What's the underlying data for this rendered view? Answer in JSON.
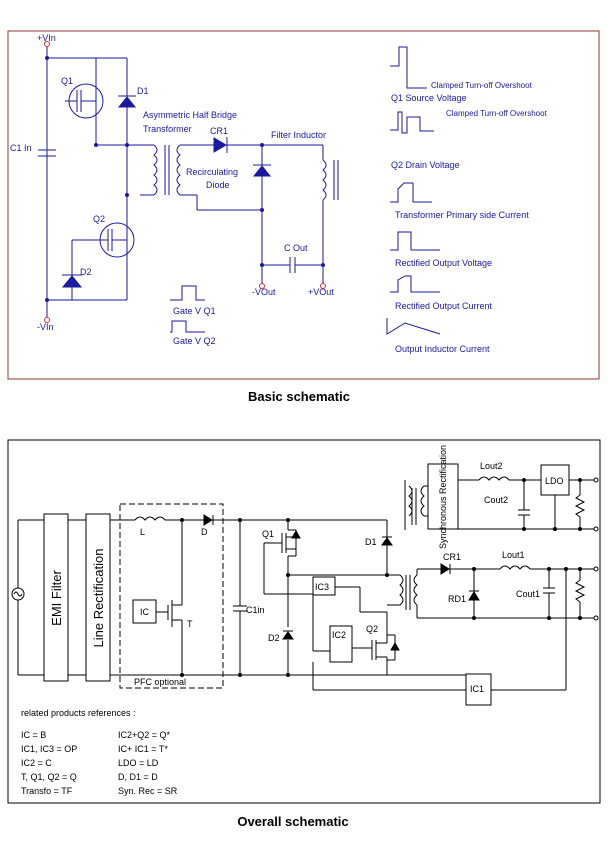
{
  "colors": {
    "circuit": "#1a1a9e",
    "frame_top": "#993333",
    "frame_bottom": "#000000",
    "terminal": "#cc3333"
  },
  "basic": {
    "caption": "Basic schematic",
    "vin_plus": "+VIn",
    "vin_minus": "-VIn",
    "c1_label": "C1 In",
    "q1": "Q1",
    "q2": "Q2",
    "d1": "D1",
    "d2": "D2",
    "transformer_label_1": "Asymmetric Half Bridge",
    "transformer_label_2": "Transformer",
    "cr1": "CR1",
    "recirc_1": "Recirculating",
    "recirc_2": "Diode",
    "filter_inductor": "Filter Inductor",
    "cout": "C Out",
    "vout_minus": "-VOut",
    "vout_plus": "+VOut",
    "gate_q1": "Gate V Q1",
    "gate_q2": "Gate V Q2",
    "waveforms": [
      {
        "label": "Q1 Source Voltage",
        "annotation": "Clamped Turn-off Overshoot"
      },
      {
        "label": "Q2 Drain Voltage",
        "annotation": "Clamped Turn-off Overshoot"
      },
      {
        "label": "Transformer Primary side Current"
      },
      {
        "label": "Rectified Output Voltage"
      },
      {
        "label": "Rectified Output Current"
      },
      {
        "label": "Output Inductor Current"
      }
    ]
  },
  "overall": {
    "caption": "Overall schematic",
    "emi": "EMI Filter",
    "line_rect": "Line Rectification",
    "pfc_l": "L",
    "pfc_d": "D",
    "pfc_ic": "IC",
    "pfc_t": "T",
    "pfc_label": "PFC optional",
    "c1in": "C1in",
    "q1": "Q1",
    "q2": "Q2",
    "d1": "D1",
    "d2": "D2",
    "ic3": "IC3",
    "ic2": "IC2",
    "ic1": "IC1",
    "sync_rect": "Synchronous Rectification",
    "lout2": "Lout2",
    "cout2": "Cout2",
    "ldo": "LDO",
    "cr1": "CR1",
    "lout1": "Lout1",
    "rd1": "RD1",
    "cout1": "Cout1",
    "refs_title": "related  products  references :",
    "refs_left": [
      "IC = B",
      "IC1, IC3 = OP",
      "IC2 = C",
      "T, Q1, Q2 = Q",
      "Transfo = TF"
    ],
    "refs_right": [
      "IC2+Q2 = Q*",
      "IC+ IC1 = T*",
      "LDO = LD",
      "D, D1 = D",
      "Syn. Rec = SR"
    ]
  }
}
